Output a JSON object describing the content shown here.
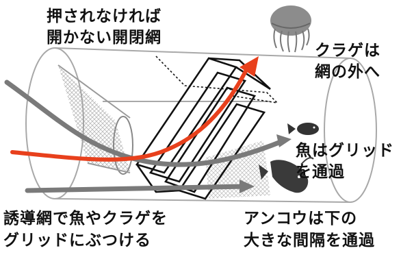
{
  "labels": {
    "net_line1": "押されなければ",
    "net_line2": "開かない開閉網",
    "jelly_line1": "クラゲは",
    "jelly_line2": "網の外へ",
    "fish_line1": "魚はグリッド",
    "fish_line2": "を通過",
    "guide_line1": "誘導網で魚やクラゲを",
    "guide_line2": "グリッドにぶつける",
    "anglerfish_line1": "アンコウは下の",
    "anglerfish_line2": "大きな間隔を通過"
  },
  "colors": {
    "jellyfish_path": "#e8401c",
    "fish_path": "#7a7a7a",
    "grid": "#111111"
  },
  "icons": [
    "jellyfish-icon",
    "fish-icon",
    "anglerfish-icon"
  ]
}
